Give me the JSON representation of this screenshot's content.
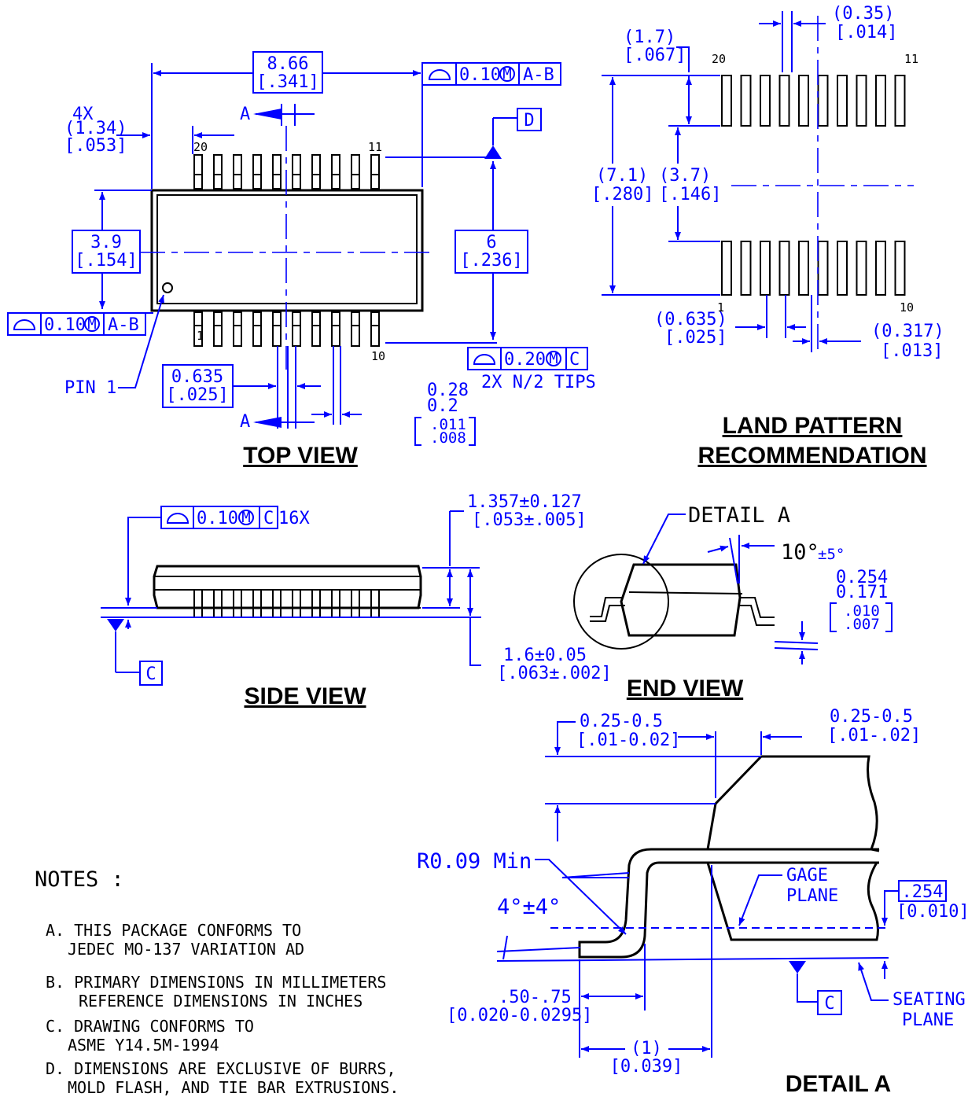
{
  "views": {
    "top": "TOP VIEW",
    "land_1": "LAND PATTERN",
    "land_2": "RECOMMENDATION",
    "side": "SIDE VIEW",
    "end": "END VIEW",
    "detail": "DETAIL A"
  },
  "top_view": {
    "len_mm": "8.66",
    "len_in": "[.341]",
    "fcf_top": "0.10",
    "datum_ab": "A-B",
    "lead4x": "4X",
    "lead4x_mm": "(1.34)",
    "lead4x_in": "[.053]",
    "section": "A",
    "datum_d": "D",
    "pin20": "20",
    "pin11": "11",
    "pin1": "1",
    "pin10": "10",
    "body_w_mm": "3.9",
    "body_w_in": "[.154]",
    "span_mm": "6",
    "span_in": "[.236]",
    "fcf_left": "0.10",
    "fcf_right": "0.20",
    "datum_c": "C",
    "tips": "2X N/2 TIPS",
    "pin1_label": "PIN 1",
    "pitch_mm": "0.635",
    "pitch_in": "[.025]",
    "lw_max": "0.28",
    "lw_min": "0.2",
    "lw_max_in": ".011",
    "lw_min_in": ".008"
  },
  "land": {
    "pw_mm": "(0.35)",
    "pw_in": "[.014]",
    "pl_mm": "(1.7)",
    "pl_in": "[.067]",
    "pin20": "20",
    "pin11": "11",
    "pin1": "1",
    "pin10": "10",
    "span_mm": "(7.1)",
    "span_in": "[.280]",
    "gap_mm": "(3.7)",
    "gap_in": "[.146]",
    "pitch_mm": "(0.635)",
    "pitch_in": "[.025]",
    "half_mm": "(0.317)",
    "half_in": "[.013]"
  },
  "side_view": {
    "fcf": "0.10",
    "datum": "C",
    "count": "16X",
    "h1": "1.357±0.127",
    "h1_in": "[.053±.005]",
    "h2": "1.6±0.05",
    "h2_in": "[.063±.002]",
    "datum_c": "C"
  },
  "end_view": {
    "detail": "DETAIL A",
    "angle": "10°",
    "angle_tol": "±5°",
    "t_max": "0.254",
    "t_min": "0.171",
    "t_max_in": ".010",
    "t_min_in": ".007"
  },
  "detail_a": {
    "d1": "0.25-0.5",
    "d1_in": "[.01-0.02]",
    "d2": "0.25-0.5",
    "d2_in": "[.01-.02]",
    "radius": "R0.09 Min",
    "angle": "4°±4°",
    "gage_1": "GAGE",
    "gage_2": "PLANE",
    "gauge_val": ".254",
    "gauge_val_in": "[0.010]",
    "foot": ".50-.75",
    "foot_in": "[0.020-0.0295]",
    "seat_1": "SEATING",
    "seat_2": "PLANE",
    "datum_c": "C",
    "len": "(1)",
    "len_in": "[0.039]"
  },
  "notes": {
    "heading": "NOTES :",
    "a1": "A. THIS PACKAGE CONFORMS TO",
    "a2": "JEDEC MO-137 VARIATION AD",
    "b1": "B. PRIMARY DIMENSIONS IN MILLIMETERS",
    "b2": "REFERENCE DIMENSIONS IN INCHES",
    "c1": "C. DRAWING CONFORMS TO",
    "c2": "ASME Y14.5M-1994",
    "d1": "D. DIMENSIONS ARE EXCLUSIVE OF BURRS,",
    "d2": "MOLD FLASH, AND TIE BAR EXTRUSIONS."
  }
}
